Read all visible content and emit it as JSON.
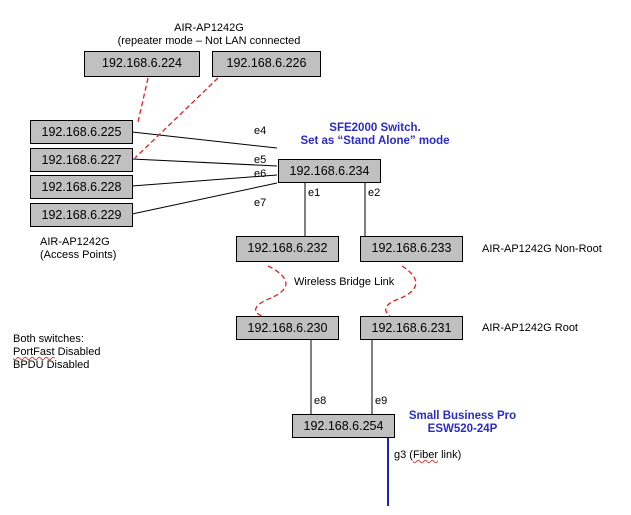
{
  "repeater_label": {
    "line1": "AIR-AP1242G",
    "line2": "(repeater mode – Not LAN connected"
  },
  "nodes": {
    "rep1": "192.168.6.224",
    "rep2": "192.168.6.226",
    "ap1": "192.168.6.225",
    "ap2": "192.168.6.227",
    "ap3": "192.168.6.228",
    "ap4": "192.168.6.229",
    "switch": "192.168.6.234",
    "nonroot1": "192.168.6.232",
    "nonroot2": "192.168.6.233",
    "root1": "192.168.6.230",
    "root2": "192.168.6.231",
    "esw": "192.168.6.254"
  },
  "ports": {
    "e4": "e4",
    "e5": "e5",
    "e6": "e6",
    "e7": "e7",
    "e1": "e1",
    "e2": "e2",
    "e8": "e8",
    "e9": "e9"
  },
  "access_points_label": {
    "line1": "AIR-AP1242G",
    "line2": "(Access Points)"
  },
  "switch_title": {
    "line1": "SFE2000 Switch.",
    "line2": "Set as “Stand Alone” mode"
  },
  "nonroot_label": "AIR-AP1242G Non-Root",
  "root_label": "AIR-AP1242G Root",
  "wireless_link_label": "Wireless Bridge Link",
  "notes": {
    "line1": "Both switches:",
    "line2_word": "PortFast",
    "line2_rest": " Disabled",
    "line3": "BPDU Disabled"
  },
  "esw_title": {
    "line1": "Small Business Pro",
    "line2": "ESW520-24P"
  },
  "fiber_label": {
    "prefix": "g3 (",
    "word": "Fiber",
    "suffix": " link)"
  },
  "colors": {
    "box_fill": "#c0c0c0",
    "title_text": "#2b2bc8",
    "wireless_dash": "#e02020",
    "fiber_line": "#2020c0"
  }
}
